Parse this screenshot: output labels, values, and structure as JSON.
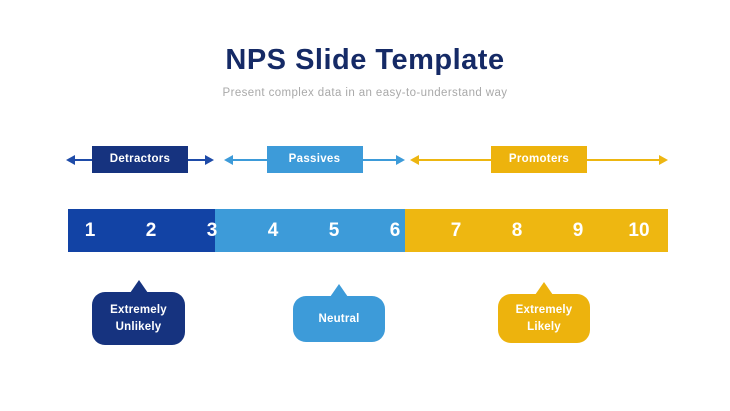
{
  "slide": {
    "title": "NPS Slide Template",
    "subtitle": "Present complex data in an easy-to-understand way"
  },
  "categories": [
    {
      "label": "Detractors",
      "scale_values": "1-3",
      "box_color": "#16337f",
      "arrow_color": "#1e4ba8"
    },
    {
      "label": "Passives",
      "scale_values": "4-6",
      "box_color": "#3d9bd9",
      "arrow_color": "#3d9bd9"
    },
    {
      "label": "Promoters",
      "scale_values": "7-10",
      "box_color": "#edb30d",
      "arrow_color": "#edb611"
    }
  ],
  "scale": {
    "values": [
      "1",
      "2",
      "3",
      "4",
      "5",
      "6",
      "7",
      "8",
      "9",
      "10"
    ],
    "segment_colors": [
      "#1243a5",
      "#3d9bd9",
      "#eeb711"
    ]
  },
  "callouts": [
    {
      "line1": "Extremely",
      "line2": "Unlikely",
      "color": "#16337f"
    },
    {
      "line1": "Neutral",
      "line2": "",
      "color": "#3d9bd9"
    },
    {
      "line1": "Extremely",
      "line2": "Likely",
      "color": "#edb30d"
    }
  ],
  "colors": {
    "title": "#152a66",
    "subtitle": "#a9a9a9",
    "background": "#ffffff",
    "number_text": "#ffffff"
  }
}
